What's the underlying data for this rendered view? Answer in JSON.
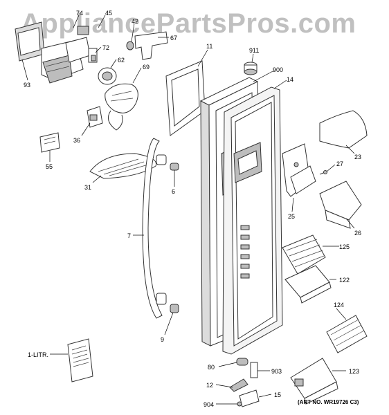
{
  "watermark": "AppliancePartsPros.com",
  "art_number": "(ART NO. WR19726 C3)",
  "callouts": {
    "c74": "74",
    "c45": "45",
    "c42": "42",
    "c67": "67",
    "c72": "72",
    "c62": "62",
    "c69": "69",
    "c93": "93",
    "c36": "36",
    "c55": "55",
    "c31": "31",
    "c6": "6",
    "c7": "7",
    "c9": "9",
    "c11": "11",
    "c911": "911",
    "c900": "900",
    "c14": "14",
    "c23": "23",
    "c27": "27",
    "c25": "25",
    "c26": "26",
    "c125": "125",
    "c122": "122",
    "c124": "124",
    "c123": "123",
    "c80": "80",
    "c903": "903",
    "c12": "12",
    "c15": "15",
    "c904": "904",
    "c1litr": "1-LITR."
  }
}
